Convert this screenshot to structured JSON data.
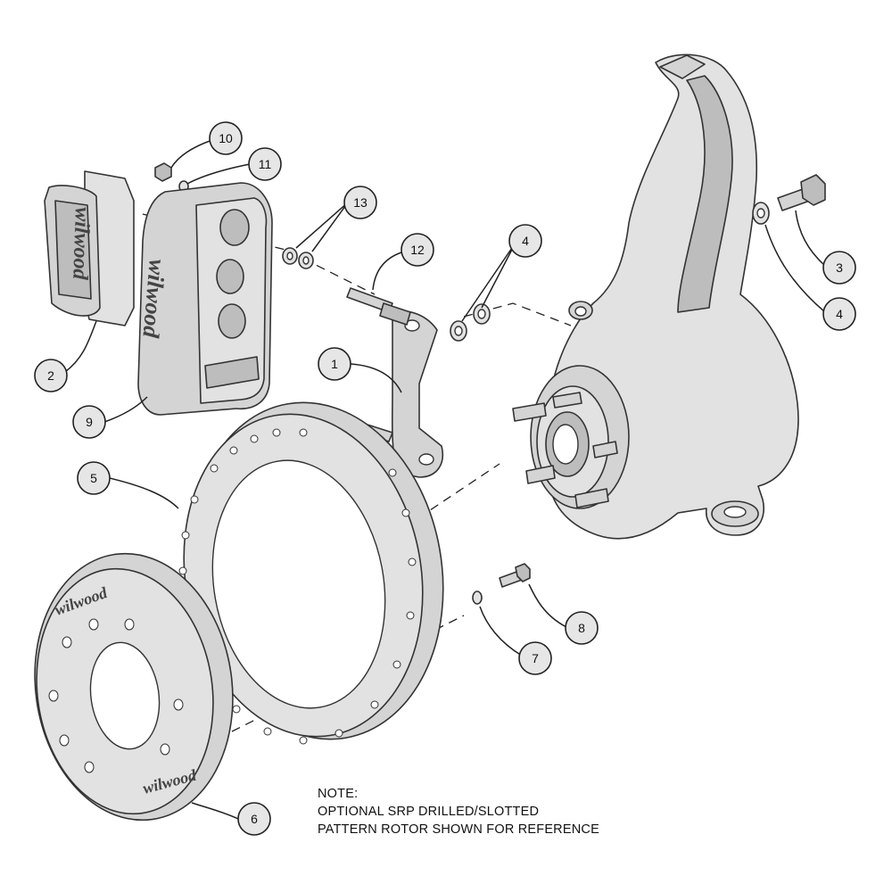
{
  "brand_mark": "wilwood",
  "callouts": [
    "1",
    "2",
    "3",
    "4",
    "4",
    "5",
    "6",
    "7",
    "8",
    "9",
    "10",
    "11",
    "12",
    "13"
  ],
  "parts": [
    {
      "callout": "1",
      "part": "bracket"
    },
    {
      "callout": "2",
      "part": "brake-pads"
    },
    {
      "callout": "3",
      "part": "mounting-bolt"
    },
    {
      "callout": "4",
      "part": "shim-washer"
    },
    {
      "callout": "5",
      "part": "rotor"
    },
    {
      "callout": "6",
      "part": "hat"
    },
    {
      "callout": "7",
      "part": "washer"
    },
    {
      "callout": "8",
      "part": "rotor-bolt"
    },
    {
      "callout": "9",
      "part": "caliper"
    },
    {
      "callout": "10",
      "part": "bleed-screw-nut"
    },
    {
      "callout": "11",
      "part": "washer"
    },
    {
      "callout": "12",
      "part": "caliper-stud"
    },
    {
      "callout": "13",
      "part": "caliper-shims"
    }
  ],
  "note": {
    "line1": "NOTE:",
    "line2": "OPTIONAL SRP DRILLED/SLOTTED",
    "line3": "PATTERN ROTOR SHOWN FOR REFERENCE"
  }
}
